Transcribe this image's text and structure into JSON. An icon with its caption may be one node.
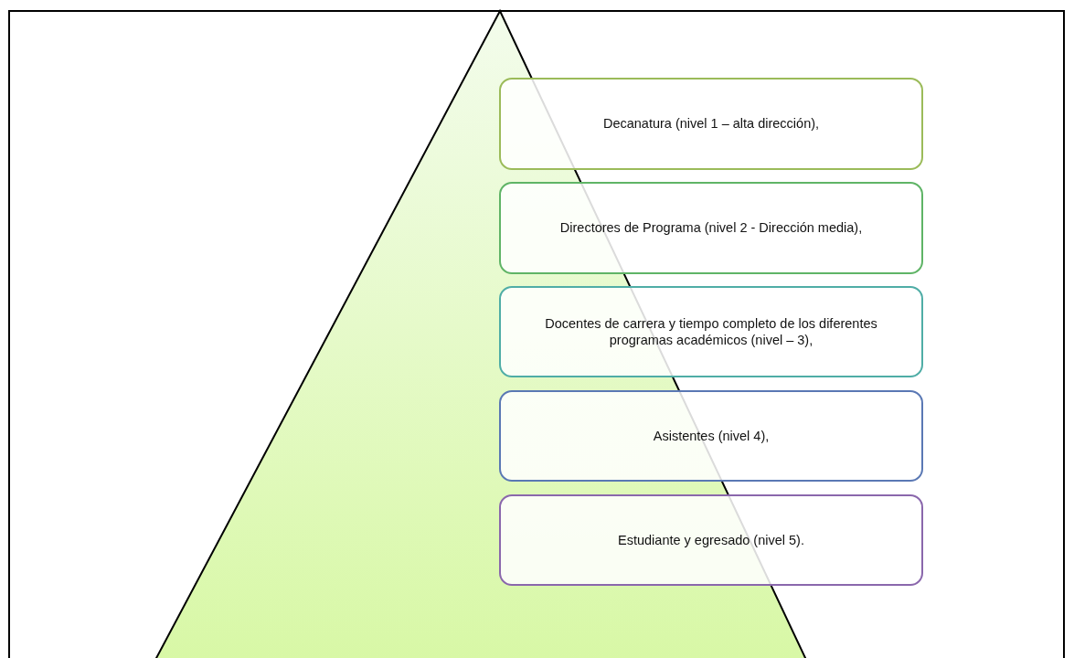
{
  "diagram": {
    "nodes": [
      {
        "text": [
          "Decanatura (nivel 1 – alta dirección),"
        ]
      },
      {
        "text": [
          "Directores de Programa (nivel 2 - Dirección media),"
        ]
      },
      {
        "text": [
          "Docentes de carrera y tiempo completo de los diferentes programas académicos (nivel – 3),"
        ]
      },
      {
        "text": [
          "Asistentes (nivel 4),"
        ]
      },
      {
        "text": [
          "Estudiante y egresado (nivel 5)."
        ]
      }
    ]
  }
}
